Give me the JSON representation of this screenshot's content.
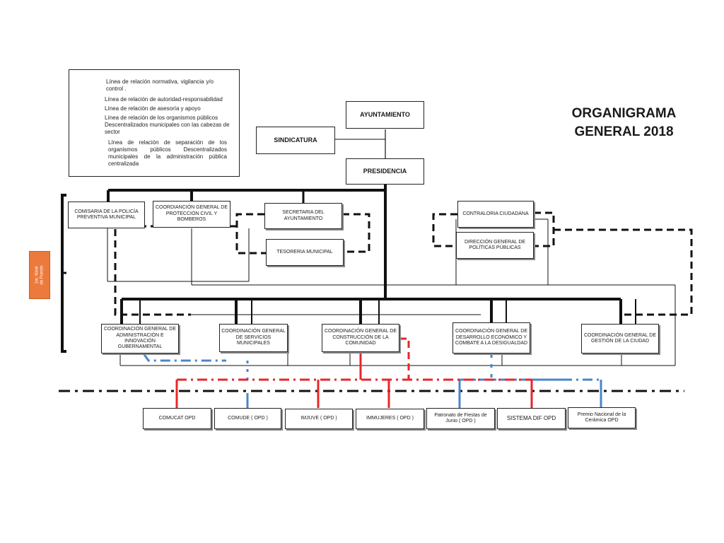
{
  "title": {
    "line1": "ORGANIGRAMA",
    "line2": "GENERAL 2018"
  },
  "legend": {
    "normative": "Línea de relación normativa, vigilancia y/o control .",
    "authority": "Línea de relación de autoridad-responsabilidad",
    "advisory": "Línea de relación de asesoría y apoyo",
    "decentralized": "Línea de relación de los organismos públicos Descentralizados municipales con las cabezas de sector",
    "separation": "Línea de relación de separación de los organismos públicos Descentralizados municipales de la administración pública centralizada"
  },
  "side_tag": {
    "line1": "1er. Nivel",
    "line2": "de Puesto"
  },
  "nodes": {
    "ayuntamiento": "AYUNTAMIENTO",
    "sindicatura": "SINDICATURA",
    "presidencia": "PRESIDENCIA",
    "comisaria": "COMISARIA DE LA POLICÍA PREVENTIVA MUNICIPAL",
    "proteccion_civil": "COORDIANCIÓN GENERAL DE PROTECCIÓN CIVIL Y BOMBEROS",
    "secretaria": "SECRETARIA DEL AYUNTAMIENTO",
    "tesoreria": "TESORERIA MUNICIPAL",
    "contraloria": "CONTRALORIA CIUDADANA",
    "politicas_publicas": "DIRECCIÓN GENERAL DE POLÍTICAS PÚBLICAS",
    "administracion": "COORDINACIÓN GENERAL DE ADMINISTRACIÓN E INNOVACIÓN GUBERNAMENTAL",
    "servicios": "COORDINACIÓN GENERAL DE SERVICIOS MUNICIPALES",
    "construccion": "COORDINACIÓN GENERAL DE CONSTRUCCIÓN DE LA COMUNIDAD",
    "desarrollo": "COORDINACIÓN GENERAL DE DESARROLLO ECONÓMICO Y COMBATE A LA DESIGUALDAD",
    "gestion_ciudad": "COORDINACIÓN GENERAL DE GESTIÓN DE LA CIUDAD",
    "comucat": "COMUCAT OPD",
    "comude": "COMUDE ( OPD )",
    "imjuve": "IMJUVE ( OPD )",
    "immujeres": "IMMUJERES ( OPD )",
    "patronato": "Patronato de Fiestas de Junio ( OPD )",
    "dif": "SISTEMA DIF OPD",
    "premio": "Premio Nacional de la Cerámica OPD"
  },
  "colors": {
    "red": "#e8262b",
    "blue": "#4a86c8",
    "orange": "#ec7a3c",
    "black": "#111111"
  }
}
